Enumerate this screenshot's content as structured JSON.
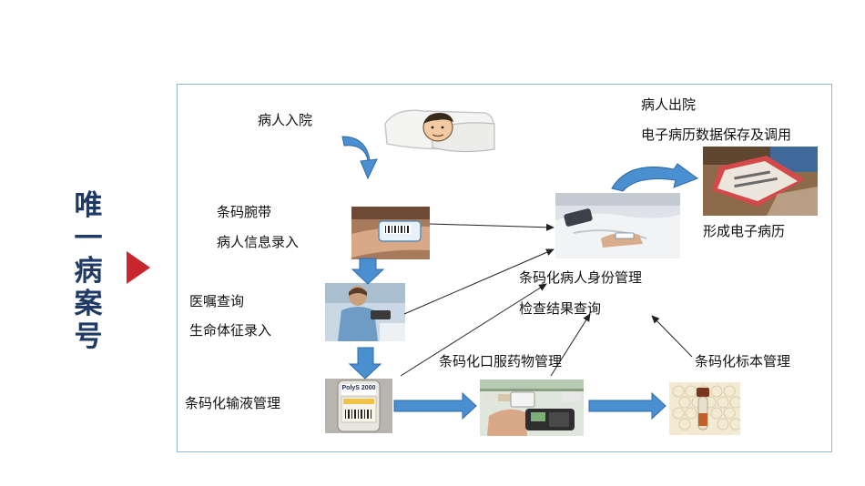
{
  "side_title": [
    "唯",
    "一",
    "病",
    "案",
    "号"
  ],
  "labels": {
    "admission": "病人入院",
    "wristband": "条码腕带",
    "patient_info": "病人信息录入",
    "orders": "医嘱查询",
    "vitals": "生命体征录入",
    "infusion": "条码化输液管理",
    "discharge": "病人出院",
    "emr_storage": "电子病历数据保存及调用",
    "emr_form": "形成电子病历",
    "identity": "条码化病人身份管理",
    "exam": "检查结果查询",
    "oral_drug": "条码化口服药物管理",
    "specimen": "条码化标本管理"
  },
  "bottle_text": {
    "brand": "PolyS 2000"
  },
  "colors": {
    "title": "#1f3a66",
    "accent_arrow": "#c9252c",
    "flow_arrow": "#4a8fd0",
    "frame_border": "#8fb9d9"
  }
}
